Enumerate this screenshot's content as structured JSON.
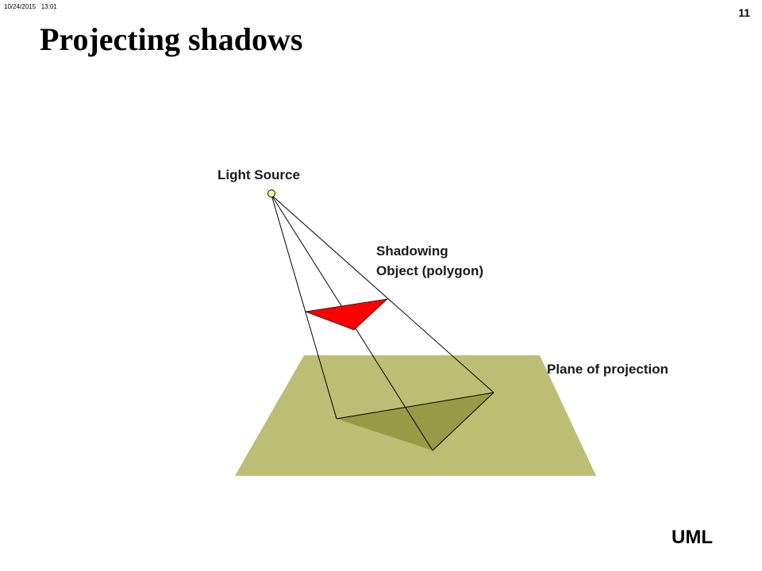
{
  "header": {
    "timestamp": "10/24/2015   13:01",
    "page_number": "11"
  },
  "title": "Projecting shadows",
  "diagram": {
    "light_label": "Light Source",
    "object_label_line1": "Shadowing",
    "object_label_line2": "Object (polygon)",
    "plane_label": "Plane of projection",
    "colors": {
      "plane": "#bdbe75",
      "shadow": "#999a45",
      "object": "#ff0000",
      "light": "#ffff99"
    }
  },
  "footer": {
    "text": "UML"
  }
}
